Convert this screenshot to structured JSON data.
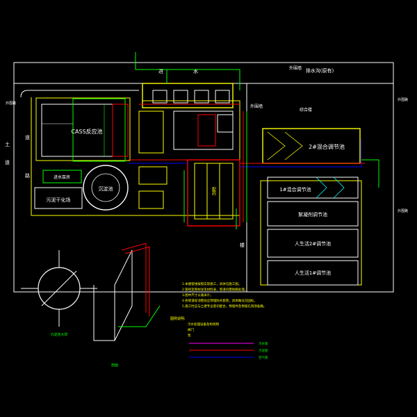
{
  "colors": {
    "background": "#000000",
    "outline": "#ffffff",
    "walls": "#ffff00",
    "water_pipe": "#00ff00",
    "sludge_pipe": "#ff0000",
    "air_pipe": "#0000ff",
    "accent_magenta": "#ff00ff",
    "accent_cyan": "#00ffff"
  },
  "labels": {
    "cass_pool": "CASS反应池",
    "pool_2_mix": "2#混合调节池",
    "pool_1_mix": "1#混合调节池",
    "sludge_reg": "絮凝剂调节池",
    "human_2": "人生活2#调节池",
    "human_1": "人生活1#调节池",
    "sludge_dry": "污泥干化场",
    "clarifier": "沉淀池",
    "inlet_room": "进水泵房",
    "office": "综合楼",
    "outer_wall": "外围墙",
    "side_road": "外围路",
    "north_road": "排水沟(原有)",
    "north_wall": "外围墙",
    "left_road": "外围路",
    "right_road": "外围路",
    "left_vert_1": "土",
    "left_vert_2": "道",
    "left_vert_3": "道",
    "left_vert_4": "路",
    "mid_vert_1": "进",
    "mid_vert_2": "水",
    "stairs": "楼"
  },
  "notes": [
    "1.本图管线按照实际施工，具体见施工图。",
    "2.管径及管材详见材料表，管道均需防腐处理。",
    "3.图中尺寸以毫米计。",
    "4.各管道穿池壁处应预埋防水套管，具体做法见国标。",
    "5.施工时应与土建专业密切配合，预埋件及预留孔洞须准确。"
  ],
  "legend": {
    "title": "图例说明:",
    "items": [
      "污水处理设备及构筑物",
      "阀门",
      "泵"
    ],
    "lines": [
      {
        "name": "污水管",
        "color": "#ff00ff"
      },
      {
        "name": "污泥管",
        "color": "#ff0000"
      },
      {
        "name": "空气管",
        "color": "#0000ff"
      }
    ]
  },
  "detail_labels": {
    "circle_title": "沉淀池大样",
    "section_title": "剖面"
  }
}
